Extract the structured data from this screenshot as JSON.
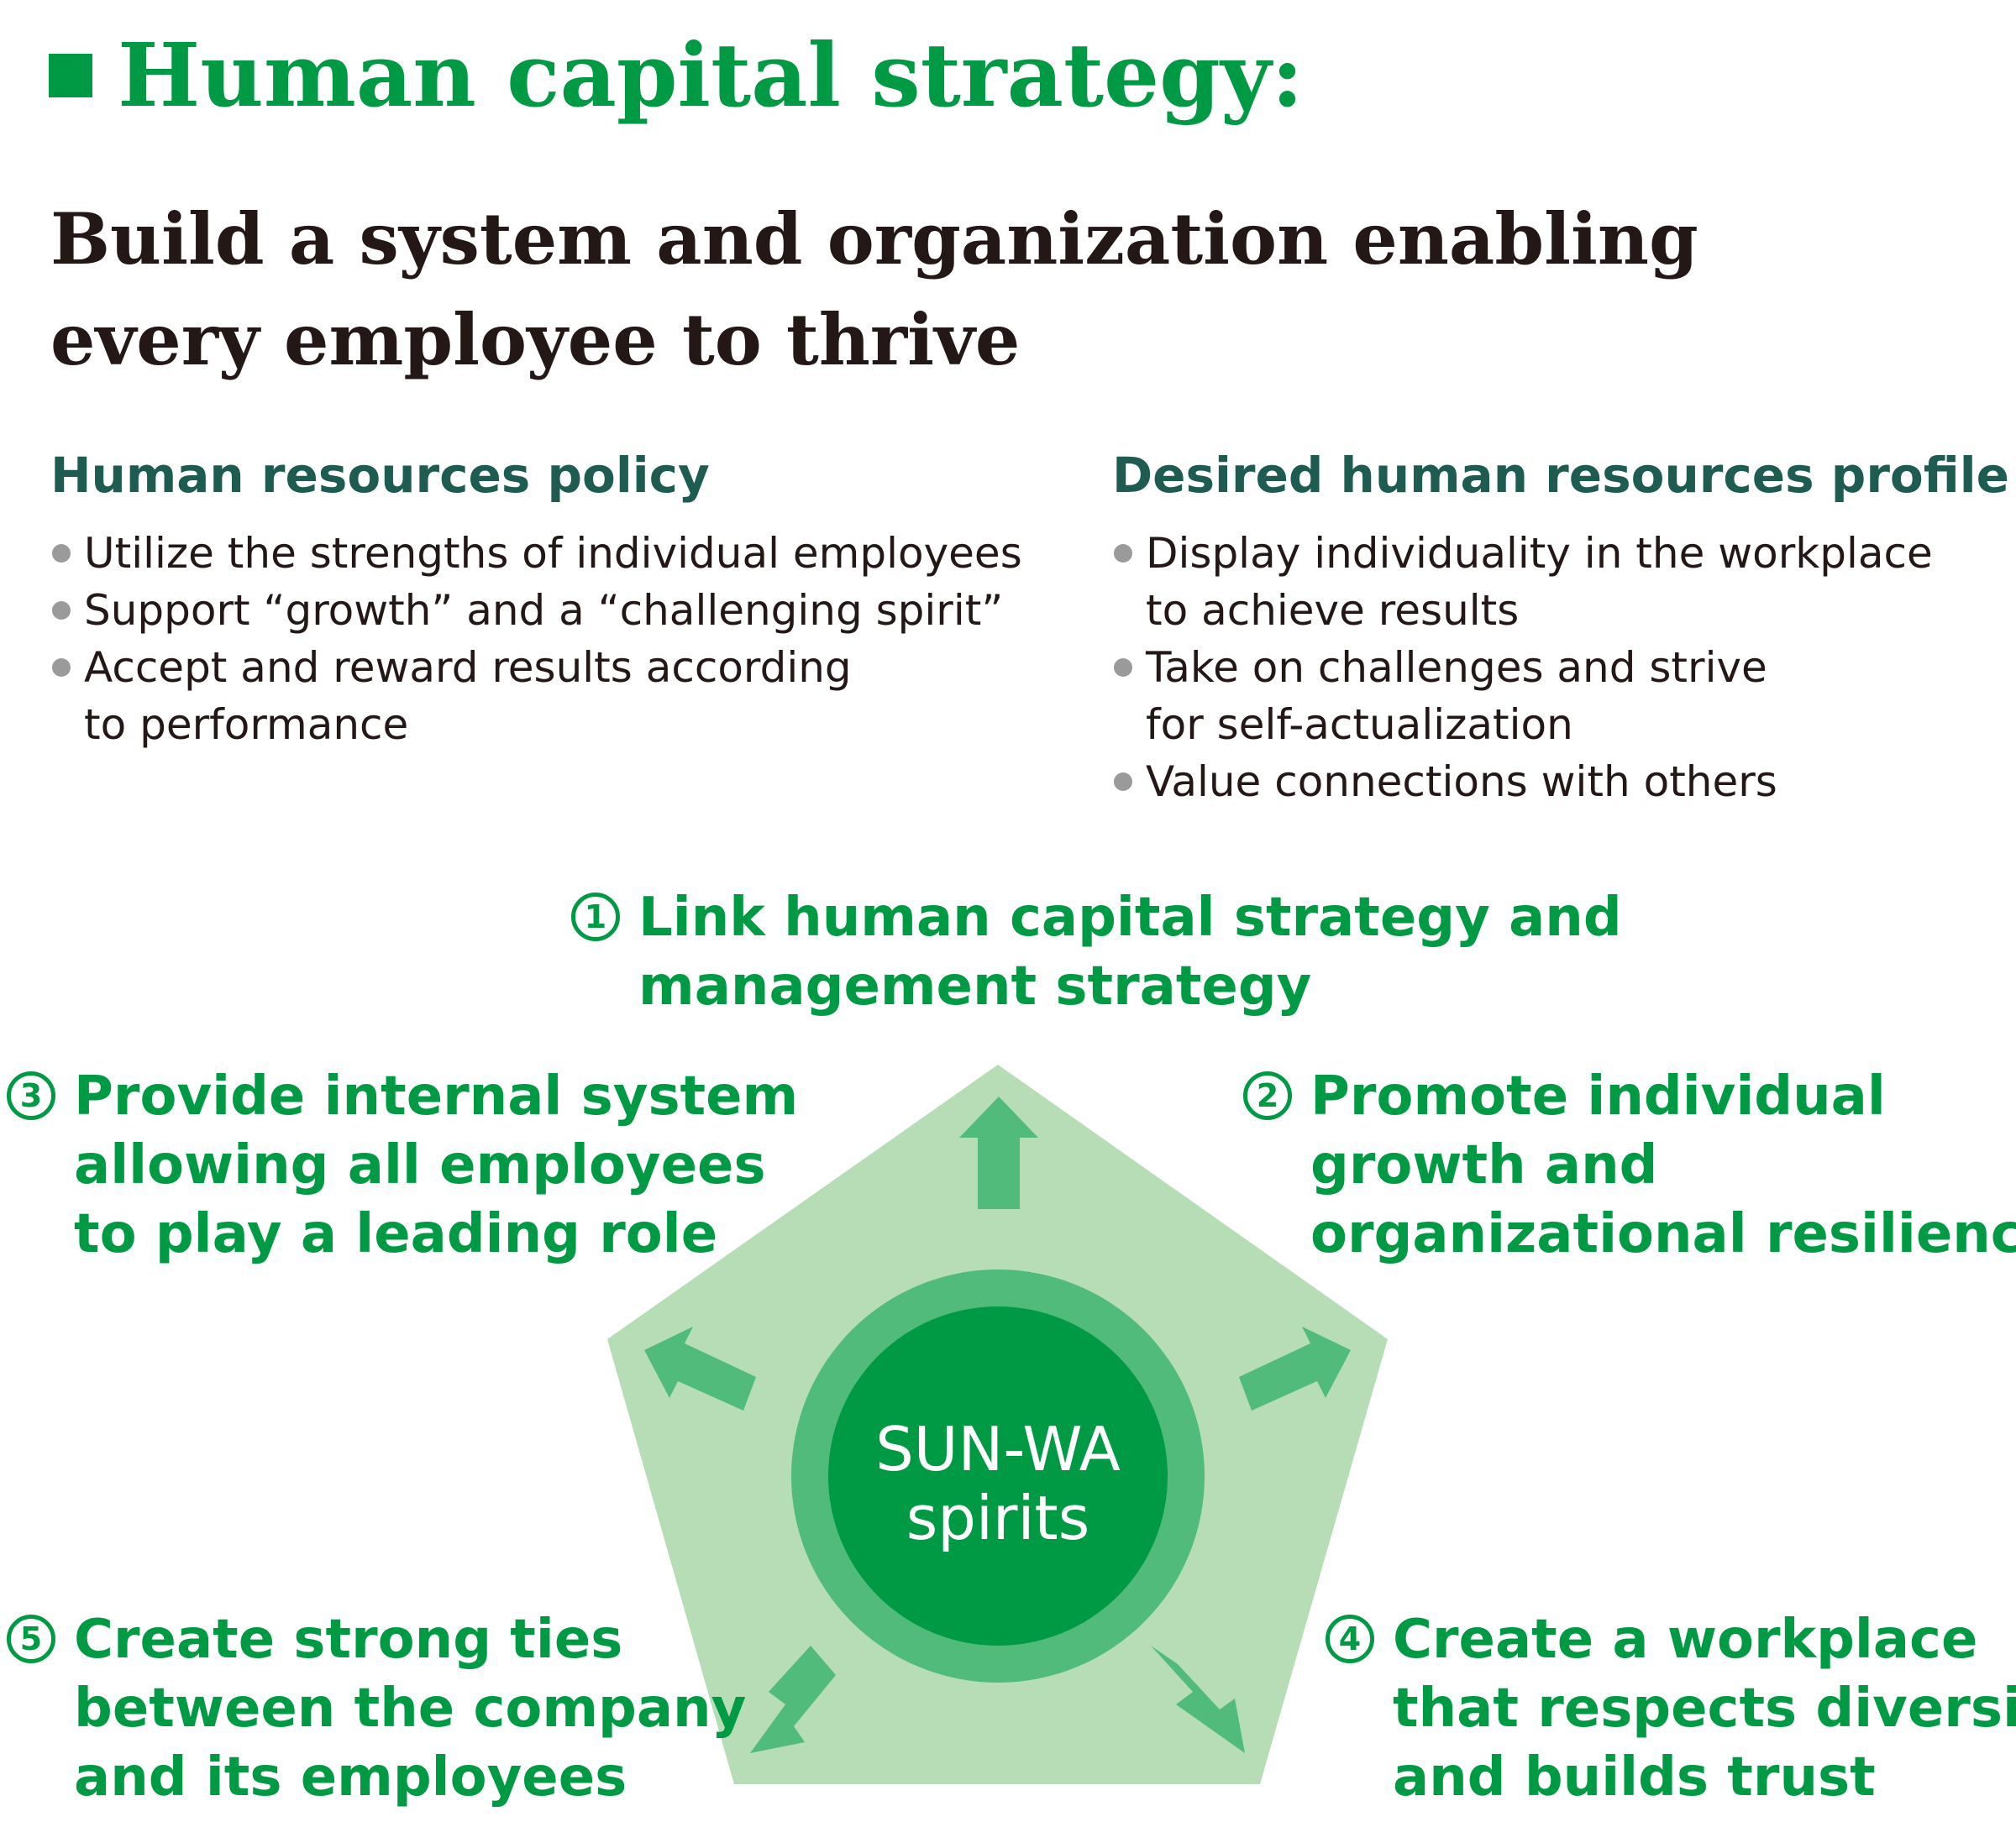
{
  "header": {
    "title": "Human capital strategy:",
    "subtitle_lines": [
      "Build a system and organization enabling",
      "every employee to thrive"
    ]
  },
  "policy": {
    "heading": "Human resources policy",
    "items": [
      [
        "Utilize the strengths of individual employees"
      ],
      [
        "Support “growth” and a “challenging spirit”"
      ],
      [
        "Accept and reward results according",
        "to performance"
      ]
    ]
  },
  "profile": {
    "heading": "Desired human resources profile",
    "items": [
      [
        "Display individuality in the workplace",
        "to achieve results"
      ],
      [
        "Take on challenges and strive",
        "for self-actualization"
      ],
      [
        "Value connections with others"
      ]
    ]
  },
  "diagram": {
    "center_lines": [
      "SUN-WA",
      "spirits"
    ],
    "points": [
      {
        "num": "1",
        "lines": [
          "Link human capital strategy and",
          "management strategy"
        ]
      },
      {
        "num": "2",
        "lines": [
          "Promote individual",
          "growth and",
          "organizational resilience"
        ]
      },
      {
        "num": "3",
        "lines": [
          "Provide internal system",
          "allowing all employees",
          "to play a leading role"
        ]
      },
      {
        "num": "4",
        "lines": [
          "Create a workplace",
          "that respects diversity",
          "and builds trust"
        ]
      },
      {
        "num": "5",
        "lines": [
          "Create strong ties",
          "between the company",
          "and its employees"
        ]
      }
    ]
  },
  "colors": {
    "brand_green": "#009a44",
    "pentagon_fill": "#b7ddb6",
    "arrow_green": "#50bb7b",
    "ring_green": "#50bb7b",
    "core_green": "#009a44",
    "heading_teal": "#1e5c52",
    "text_dark": "#231815",
    "bullet_gray": "#9a9a9a"
  }
}
